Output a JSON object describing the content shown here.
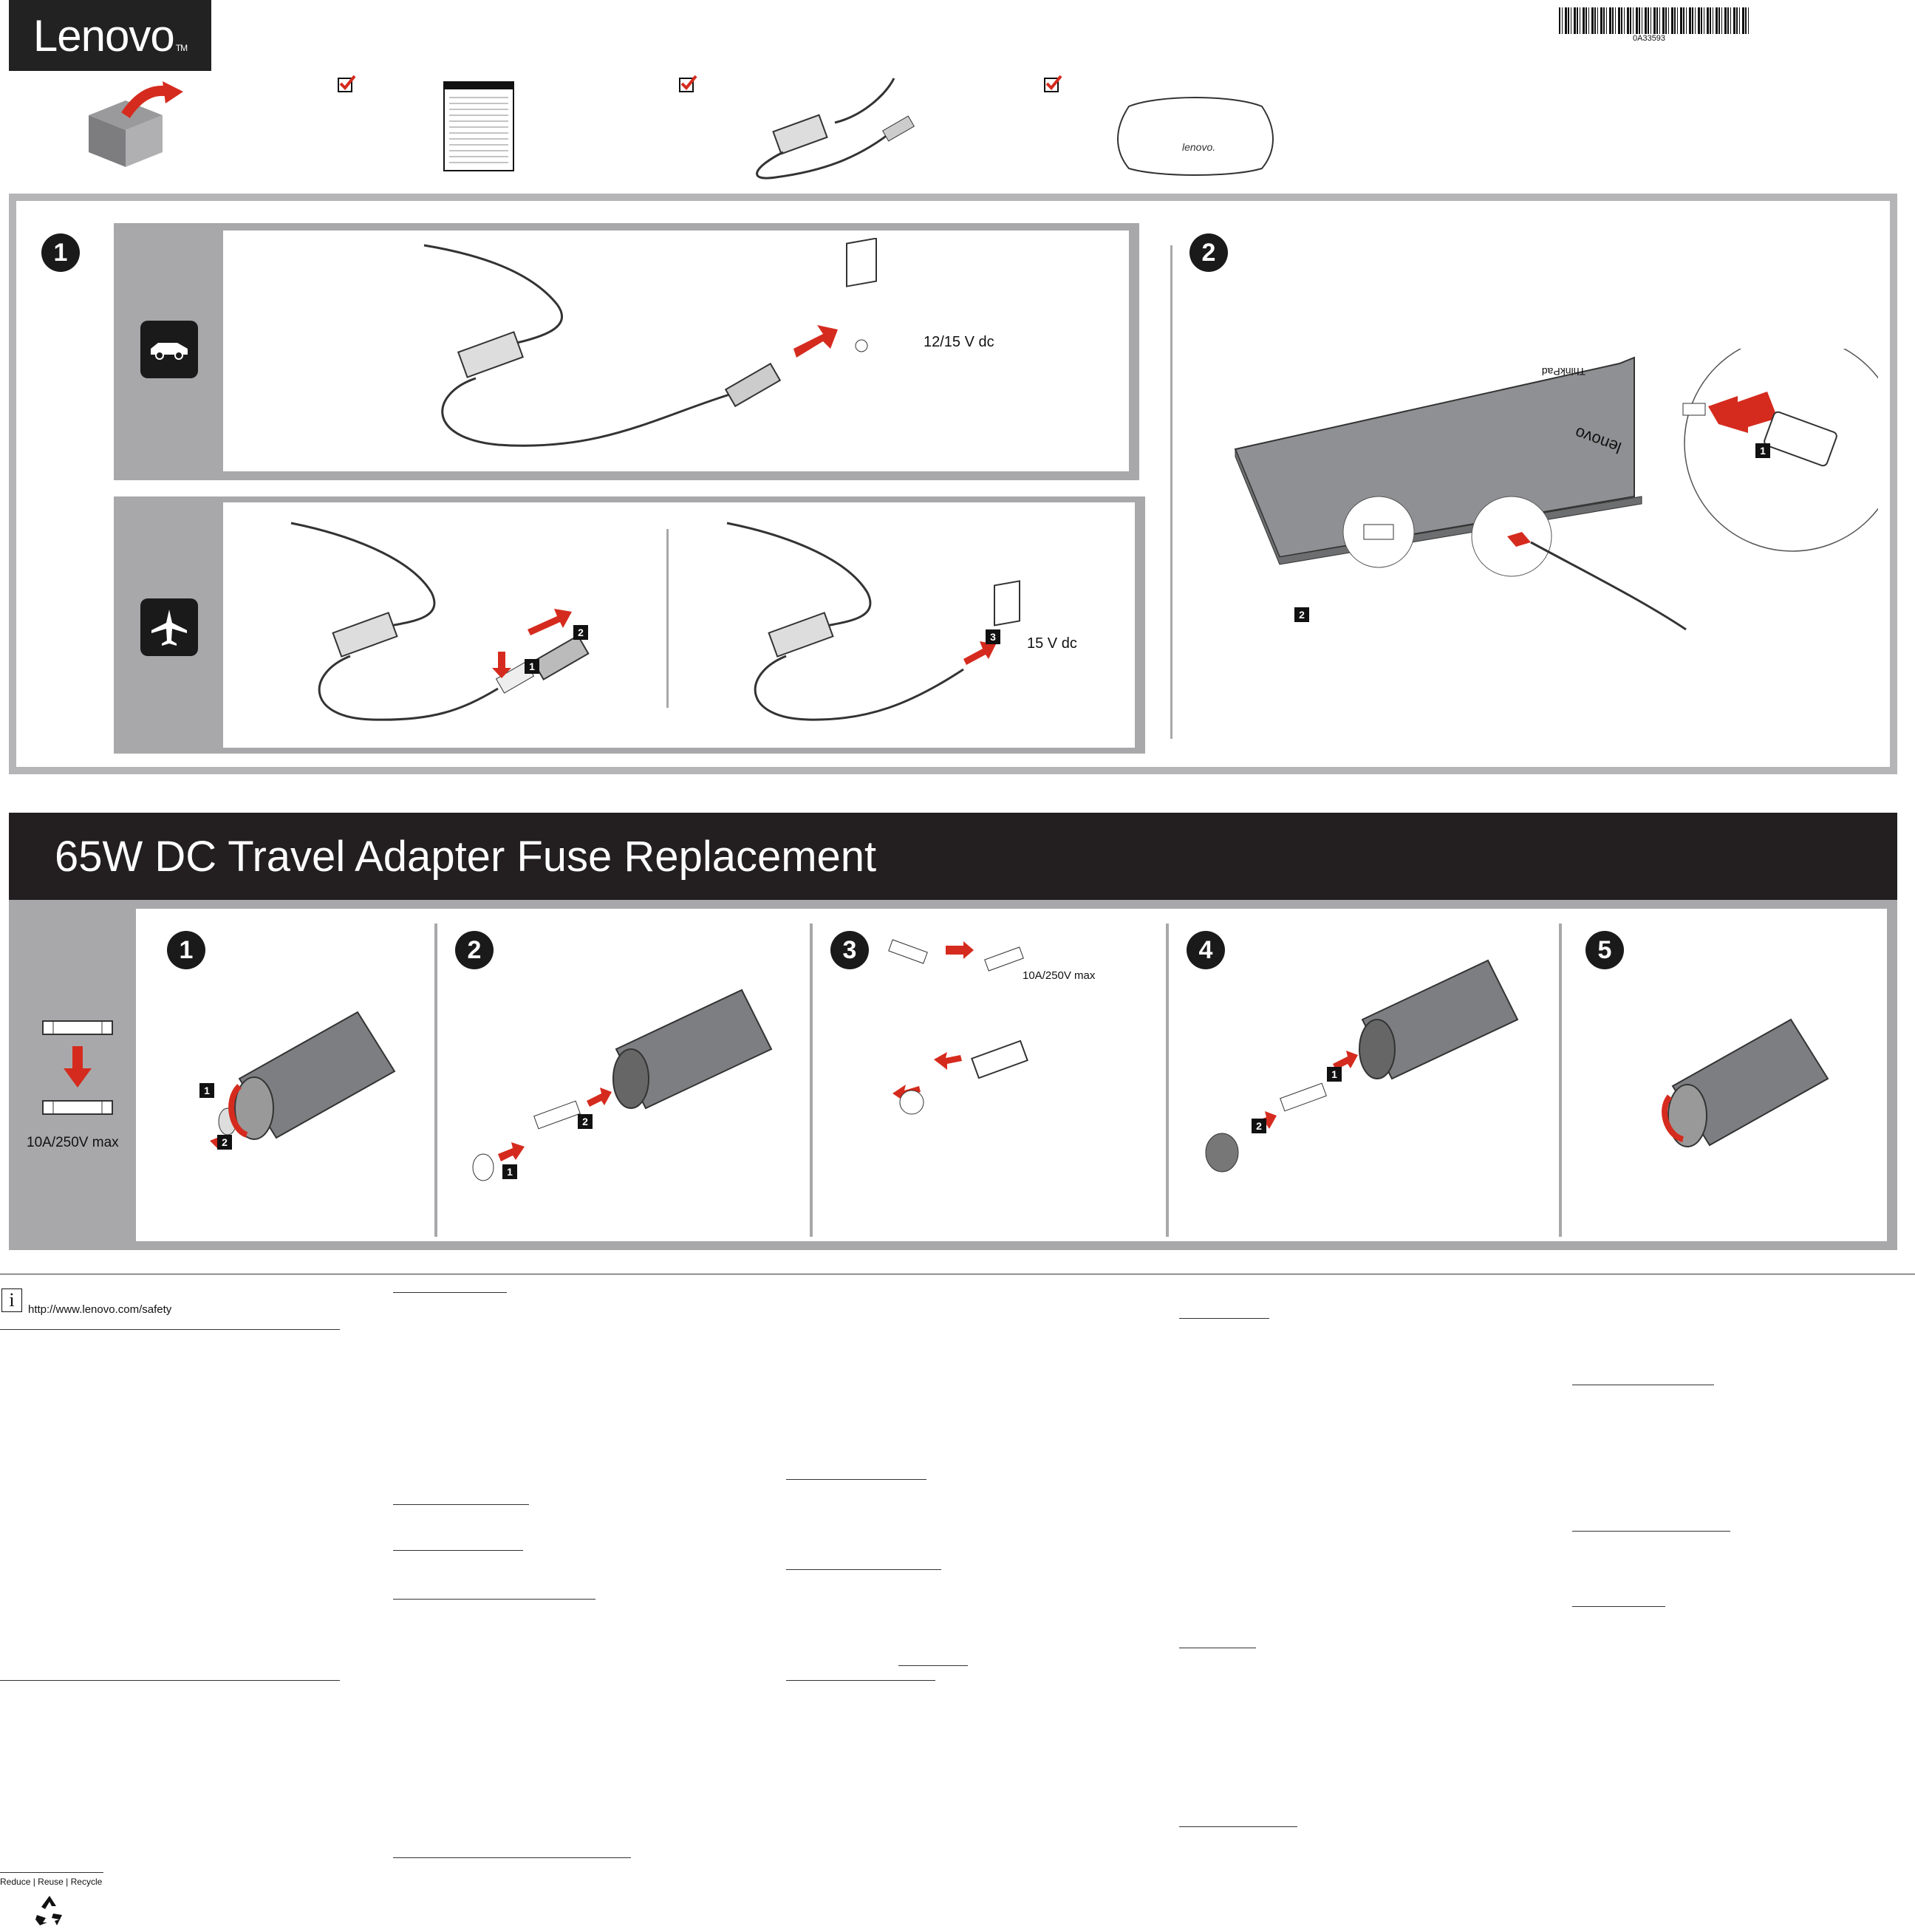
{
  "header": {
    "logo_text": "Lenovo",
    "logo_tm": "TM",
    "barcode_number": "0A33593"
  },
  "setup": {
    "step1_number": "1",
    "step2_number": "2",
    "car_voltage_label": "12/15 V dc",
    "air_voltage_label": "15 V dc",
    "callouts": [
      "1",
      "2",
      "3"
    ]
  },
  "fuse": {
    "title": "65W DC Travel Adapter Fuse Replacement",
    "rating_side": "10A/250V max",
    "rating_step3": "10A/250V max",
    "steps": [
      "1",
      "2",
      "3",
      "4",
      "5"
    ]
  },
  "footer": {
    "info_icon_text": "i",
    "safety_url": "http://www.lenovo.com/safety",
    "recycle_text": "Reduce | Reuse | Recycle"
  },
  "colors": {
    "accent_red": "#d52b1e",
    "frame_grey": "#a8a8aa",
    "dark": "#231f20"
  }
}
